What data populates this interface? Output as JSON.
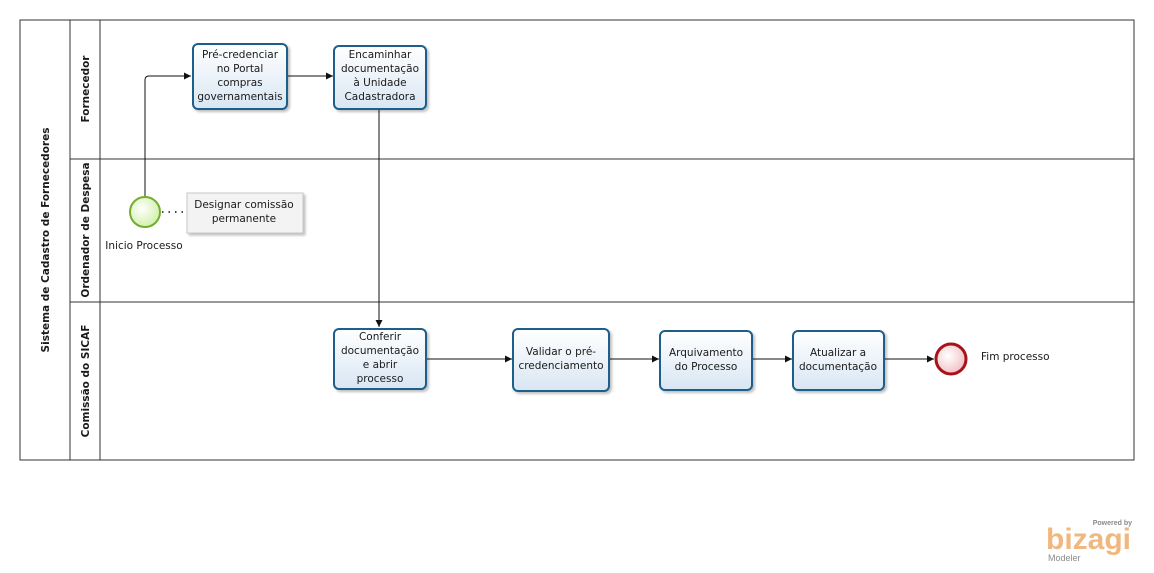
{
  "pool": {
    "title": "Sistema de Cadastro de Fornecedores"
  },
  "lanes": [
    {
      "id": "fornecedor",
      "label": "Fornecedor"
    },
    {
      "id": "ordenador",
      "label": "Ordenador de Despesa"
    },
    {
      "id": "comissao",
      "label": "Comissão do SICAF"
    }
  ],
  "events": {
    "start": {
      "label": "Inicio Processo"
    },
    "end": {
      "label": "Fim processo"
    }
  },
  "annotation": {
    "lines": [
      "Designar comissão",
      "permanente"
    ]
  },
  "tasks": [
    {
      "id": "t1",
      "lines": [
        "Pré-credenciar",
        "no Portal",
        "compras",
        "governamentais"
      ]
    },
    {
      "id": "t2",
      "lines": [
        "Encaminhar",
        "documentação",
        "à Unidade",
        "Cadastradora"
      ]
    },
    {
      "id": "t3",
      "lines": [
        "Conferir",
        "documentação",
        "e abrir",
        "processo"
      ]
    },
    {
      "id": "t4",
      "lines": [
        "Validar o pré-",
        "credenciamento"
      ]
    },
    {
      "id": "t5",
      "lines": [
        "Arquivamento",
        "do Processo"
      ]
    },
    {
      "id": "t6",
      "lines": [
        "Atualizar a",
        "documentação"
      ]
    }
  ],
  "branding": {
    "powered_by": "Powered by",
    "name": "bizagi",
    "product": "Modeler"
  },
  "colors": {
    "task_stroke": "#1f5f8b",
    "task_fill_top": "#ffffff",
    "task_fill_bottom": "#d8e6f3",
    "start_fill": "#e2f7c0",
    "start_stroke": "#72ad2e",
    "end_fill": "#f6d4d6",
    "end_stroke": "#a8121c",
    "brand": "#f0b87f"
  }
}
